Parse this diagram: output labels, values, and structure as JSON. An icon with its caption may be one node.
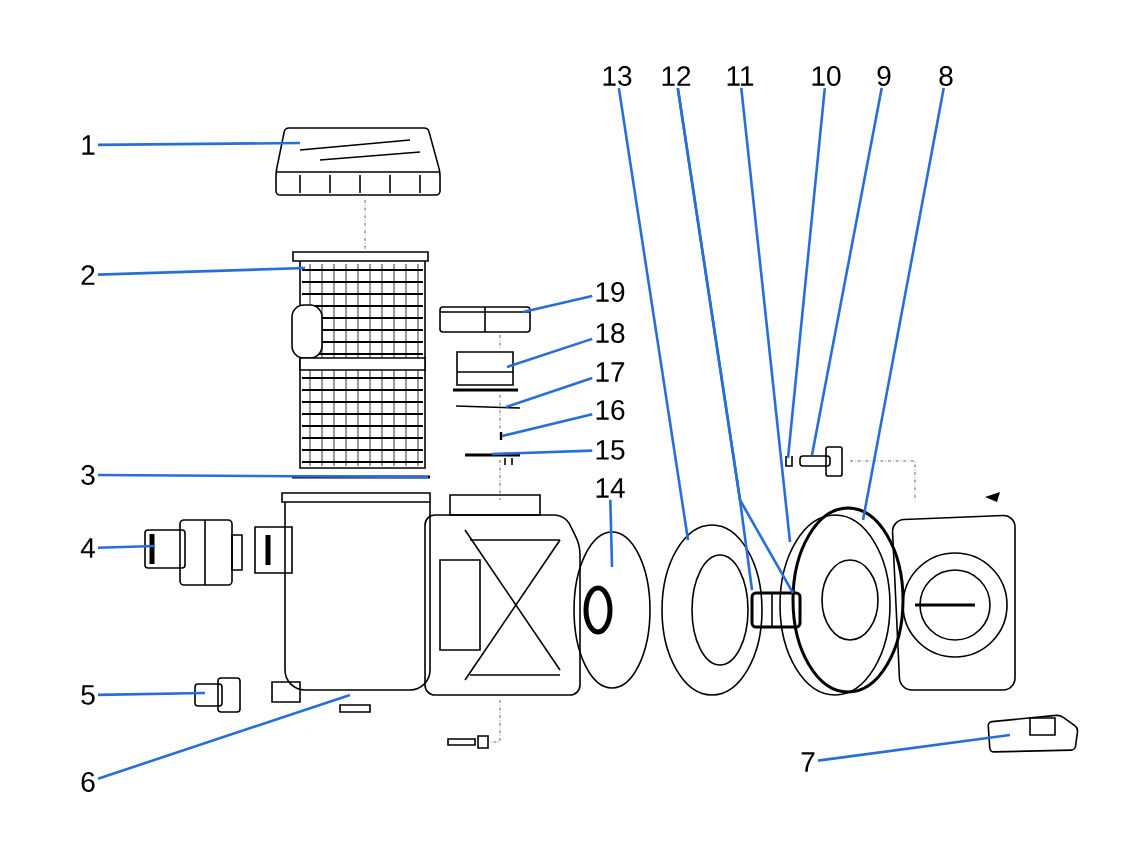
{
  "diagram": {
    "nodes": [
      {
        "text": [
          "1"
        ]
      },
      {
        "text": [
          "2"
        ]
      },
      {
        "text": [
          "3"
        ]
      },
      {
        "text": [
          "4"
        ]
      },
      {
        "text": [
          "5"
        ]
      },
      {
        "text": [
          "6"
        ]
      },
      {
        "text": [
          "7"
        ]
      },
      {
        "text": [
          "8"
        ]
      },
      {
        "text": [
          "9"
        ]
      },
      {
        "text": [
          "10"
        ]
      },
      {
        "text": [
          "11"
        ]
      },
      {
        "text": [
          "12"
        ]
      },
      {
        "text": [
          "13"
        ]
      },
      {
        "text": [
          "14"
        ]
      },
      {
        "text": [
          "15"
        ]
      },
      {
        "text": [
          "16"
        ]
      },
      {
        "text": [
          "17"
        ]
      },
      {
        "text": [
          "18"
        ]
      },
      {
        "text": [
          "19"
        ]
      }
    ],
    "edges": [
      {
        "from": 0,
        "to": null,
        "arrow": "none"
      },
      {
        "from": 1,
        "to": null,
        "arrow": "none"
      },
      {
        "from": 2,
        "to": null,
        "arrow": "none"
      },
      {
        "from": 3,
        "to": null,
        "arrow": "none"
      },
      {
        "from": 4,
        "to": null,
        "arrow": "none"
      },
      {
        "from": 5,
        "to": null,
        "arrow": "none"
      },
      {
        "from": 6,
        "to": null,
        "arrow": "none"
      },
      {
        "from": 7,
        "to": null,
        "arrow": "none"
      },
      {
        "from": 8,
        "to": null,
        "arrow": "none"
      },
      {
        "from": 9,
        "to": null,
        "arrow": "none"
      },
      {
        "from": 10,
        "to": null,
        "arrow": "none"
      },
      {
        "from": 11,
        "to": null,
        "arrow": "none"
      },
      {
        "from": 11,
        "to": null,
        "arrow": "none"
      },
      {
        "from": 12,
        "to": null,
        "arrow": "none"
      },
      {
        "from": 13,
        "to": null,
        "arrow": "none"
      },
      {
        "from": 14,
        "to": null,
        "arrow": "none"
      },
      {
        "from": 15,
        "to": null,
        "arrow": "none"
      },
      {
        "from": 16,
        "to": null,
        "arrow": "none"
      },
      {
        "from": 17,
        "to": null,
        "arrow": "none"
      },
      {
        "from": 18,
        "to": null,
        "arrow": "none"
      }
    ]
  }
}
